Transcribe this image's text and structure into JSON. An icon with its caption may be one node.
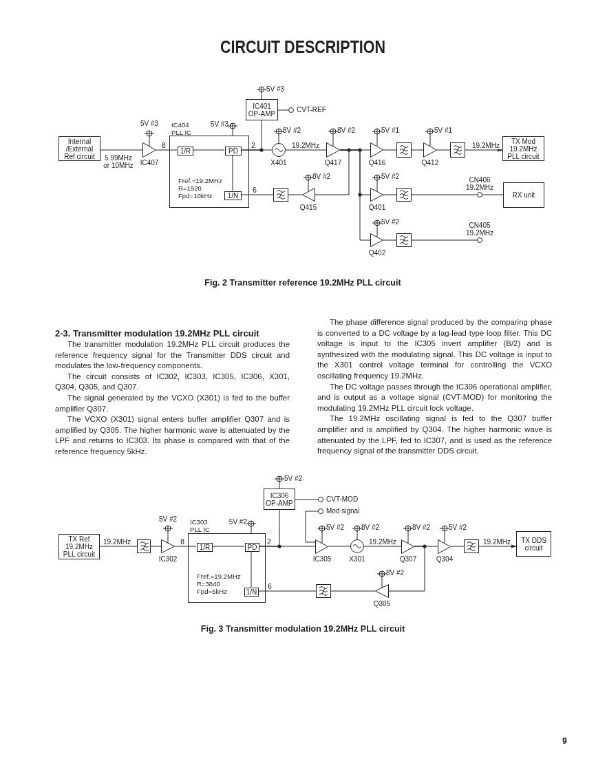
{
  "diagram": {
    "title": "CIRCUIT DESCRIPTION",
    "nodes": [
      {
        "text": [
          "Internal /External Ref circuit"
        ]
      },
      {
        "text": [],
        "shape": "triangle",
        "beside": [
          "5V #3",
          "IC407"
        ]
      },
      {
        "text": [
          "IC404 PLL IC",
          "Fref.=19.2MHz R=1920 Fpd=10kHz"
        ],
        "beside": [
          "5V #3"
        ]
      },
      {
        "text": [
          "1/R"
        ],
        "in": 2
      },
      {
        "text": [
          "PD"
        ],
        "in": 2
      },
      {
        "text": [
          "1/N"
        ],
        "in": 2
      },
      {
        "text": [
          "IC401 OP-AMP"
        ],
        "beside": [
          "5V #3"
        ]
      },
      {
        "text": [],
        "shape": "circle",
        "beside": [
          "CVT-REF"
        ]
      },
      {
        "text": [],
        "shape": "circle",
        "beside": [
          "8V #2",
          "X401"
        ]
      },
      {
        "text": [],
        "shape": "triangle",
        "beside": [
          "8V #2",
          "Q417"
        ]
      },
      {
        "text": [],
        "shape": "triangle",
        "beside": [
          "5V #1",
          "Q416"
        ]
      },
      {
        "text": [],
        "shape": "box"
      },
      {
        "text": [],
        "shape": "triangle",
        "beside": [
          "5V #1",
          "Q412"
        ]
      },
      {
        "text": [],
        "shape": "box"
      },
      {
        "text": [
          "TX Mod 19.2MHz PLL circuit"
        ]
      },
      {
        "text": [],
        "shape": "triangle",
        "beside": [
          "8V #2",
          "Q415"
        ]
      },
      {
        "text": [],
        "shape": "box"
      },
      {
        "text": [],
        "shape": "triangle",
        "beside": [
          "5V #2",
          "Q401"
        ]
      },
      {
        "text": [],
        "shape": "box"
      },
      {
        "text": [],
        "shape": "circle",
        "beside": [
          "CN406",
          "19.2MHz"
        ]
      },
      {
        "text": [
          "RX unit"
        ]
      },
      {
        "text": [],
        "shape": "triangle",
        "beside": [
          "5V #2",
          "Q402"
        ]
      },
      {
        "text": [],
        "shape": "box"
      },
      {
        "text": [],
        "shape": "circle",
        "beside": [
          "CN405",
          "19.2MHz"
        ]
      },
      {
        "text": [
          "TX Ref 19.2MHz PLL circuit"
        ]
      },
      {
        "text": [],
        "shape": "box"
      },
      {
        "text": [],
        "shape": "triangle",
        "beside": [
          "5V #2",
          "IC302"
        ]
      },
      {
        "text": [
          "IC303 PLL IC",
          "Fref.=19.2MHz R=3840 Fpd=5kHz"
        ],
        "beside": [
          "5V #2"
        ]
      },
      {
        "text": [
          "1/R"
        ],
        "in": 27
      },
      {
        "text": [
          "PD"
        ],
        "in": 27
      },
      {
        "text": [
          "1/N"
        ],
        "in": 27
      },
      {
        "text": [
          "IC306 OP-AMP"
        ],
        "beside": [
          "5V #2"
        ]
      },
      {
        "text": [],
        "shape": "circle",
        "beside": [
          "CVT-MOD"
        ]
      },
      {
        "text": [],
        "shape": "circle",
        "beside": [
          "Mod signal"
        ]
      },
      {
        "text": [],
        "shape": "triangle",
        "beside": [
          "5V #2",
          "IC305"
        ]
      },
      {
        "text": [],
        "shape": "circle",
        "beside": [
          "8V #2",
          "X301"
        ]
      },
      {
        "text": [],
        "shape": "triangle",
        "beside": [
          "8V #2",
          "Q307"
        ]
      },
      {
        "text": [],
        "shape": "triangle",
        "beside": [
          "5V #2",
          "Q304"
        ]
      },
      {
        "text": [],
        "shape": "box"
      },
      {
        "text": [
          "TX DDS circuit"
        ]
      },
      {
        "text": [],
        "shape": "triangle",
        "beside": [
          "8V #2",
          "Q305"
        ]
      },
      {
        "text": [],
        "shape": "box"
      }
    ],
    "edges": [
      {
        "from": 0,
        "to": 1,
        "arrow": "none",
        "label": "5.99MHz or 10MHz"
      },
      {
        "from": 1,
        "to": 3,
        "arrow": "none",
        "label": "8"
      },
      {
        "from": 3,
        "to": 4,
        "arrow": "none"
      },
      {
        "from": 4,
        "to": 5,
        "arrow": "none"
      },
      {
        "from": 4,
        "to": 8,
        "arrow": "none",
        "label": "2"
      },
      {
        "from": 4,
        "to": 6,
        "arrow": "none"
      },
      {
        "from": 6,
        "to": 7,
        "arrow": "none"
      },
      {
        "from": 8,
        "to": 9,
        "arrow": "none",
        "label": "19.2MHz"
      },
      {
        "from": 9,
        "to": 10,
        "arrow": "none"
      },
      {
        "from": 10,
        "to": 11,
        "arrow": "none"
      },
      {
        "from": 11,
        "to": 12,
        "arrow": "none"
      },
      {
        "from": 12,
        "to": 13,
        "arrow": "none"
      },
      {
        "from": 13,
        "to": 14,
        "arrow": "to",
        "label": "19.2MHz"
      },
      {
        "from": 9,
        "to": 15,
        "arrow": "none"
      },
      {
        "from": 15,
        "to": 16,
        "arrow": "none"
      },
      {
        "from": 16,
        "to": 5,
        "arrow": "none",
        "label": "6"
      },
      {
        "from": 9,
        "to": 17,
        "arrow": "none"
      },
      {
        "from": 17,
        "to": 18,
        "arrow": "none"
      },
      {
        "from": 18,
        "to": 19,
        "arrow": "none"
      },
      {
        "from": 19,
        "to": 20,
        "arrow": "none"
      },
      {
        "from": 9,
        "to": 21,
        "arrow": "none"
      },
      {
        "from": 21,
        "to": 22,
        "arrow": "none"
      },
      {
        "from": 22,
        "to": 23,
        "arrow": "none"
      },
      {
        "from": 24,
        "to": 25,
        "arrow": "none",
        "label": "19.2MHz"
      },
      {
        "from": 25,
        "to": 26,
        "arrow": "none"
      },
      {
        "from": 26,
        "to": 28,
        "arrow": "none",
        "label": "8"
      },
      {
        "from": 28,
        "to": 29,
        "arrow": "none"
      },
      {
        "from": 29,
        "to": 30,
        "arrow": "none"
      },
      {
        "from": 29,
        "to": 34,
        "arrow": "none",
        "label": "2"
      },
      {
        "from": 29,
        "to": 31,
        "arrow": "none"
      },
      {
        "from": 31,
        "to": 32,
        "arrow": "none"
      },
      {
        "from": 33,
        "to": 34,
        "arrow": "none"
      },
      {
        "from": 34,
        "to": 35,
        "arrow": "none"
      },
      {
        "from": 35,
        "to": 36,
        "arrow": "none",
        "label": "19.2MHz"
      },
      {
        "from": 36,
        "to": 37,
        "arrow": "none"
      },
      {
        "from": 37,
        "to": 38,
        "arrow": "none"
      },
      {
        "from": 38,
        "to": 39,
        "arrow": "to",
        "label": "19.2MHz"
      },
      {
        "from": 36,
        "to": 40,
        "arrow": "none"
      },
      {
        "from": 40,
        "to": 41,
        "arrow": "none"
      },
      {
        "from": 41,
        "to": 30,
        "arrow": "none",
        "label": "6"
      }
    ],
    "labels": [
      "Fig. 2 Transmitter reference 19.2MHz PLL circuit",
      "2-3. Transmitter modulation 19.2MHz PLL circuit",
      "The transmitter modulation 19.2MHz PLL circuit produces the reference frequency signal for the Transmitter DDS circuit and modulates the low-frequency components.",
      "The circuit consists of IC302, IC303, IC305, IC306, X301, Q304, Q305, and Q307.",
      "The signal generated by the VCXO (X301) is fed to the buffer amplifier Q307.",
      "The VCXO (X301) signal enters buffer amplifier Q307 and is amplified by Q305. The higher harmonic wave is attenuated by the LPF and returns to IC303. Its phase is compared with that of the reference frequency 5kHz.",
      "The phase difference signal produced by the comparing phase is converted to a DC voltage by a lag-lead type loop filter. This DC voltage is input to the IC305 invert amplifier (B/2) and is synthesized with the modulating signal. This DC voltage is input to the X301 control voltage terminal for controlling the VCXO oscillating frequency 19.2MHz.",
      "The DC voltage passes through the IC306 operational amplifier, and is output as a voltage signal (CVT-MOD) for monitoring the modulating 19.2MHz PLL circuit lock voltage.",
      "The 19.2MHz oscillating signal is fed to the Q307 buffer amplifier and is amplified by Q304. The higher harmonic wave is attenuated by the LPF, fed to IC307, and is used as the reference frequency signal of the transmitter DDS circuit.",
      "Fig. 3 Transmitter modulation 19.2MHz PLL circuit",
      "9"
    ]
  }
}
